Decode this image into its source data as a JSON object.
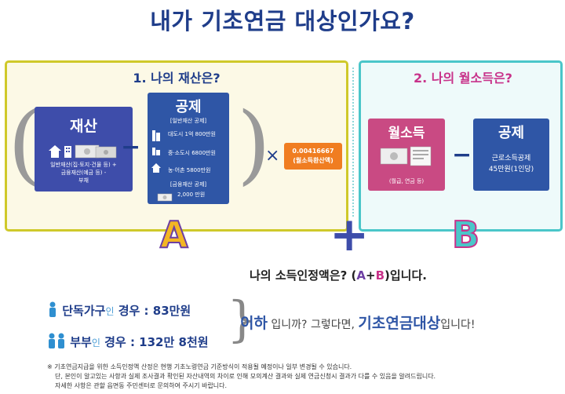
{
  "title": "내가 기초연금 대상인가요?",
  "section_a": {
    "heading": "1. 나의 재산은?",
    "asset_card": {
      "title": "재산",
      "desc_line1": "일반재산(집·토지·건물 등) +",
      "desc_line2": "금융재산(예금 등) -",
      "desc_line3": "부채"
    },
    "deduction_card": {
      "title": "공제",
      "sub1": "[일반재산 공제]",
      "item1": "대도시 1억 800만원",
      "item2": "중·소도시 6800만원",
      "item3": "농·어촌 5800만원",
      "sub2": "[금융재산 공제]",
      "item4": "2,000 만원"
    },
    "conversion": {
      "value": "0.00416667",
      "label": "(월소득환산액)"
    },
    "letter": "A"
  },
  "section_b": {
    "heading": "2. 나의 월소득은?",
    "income_card": {
      "title": "월소득",
      "desc": "(월급, 연금 등)"
    },
    "deduction_card": {
      "title": "공제",
      "line1": "근로소득공제",
      "line2": "45만원(1인당)"
    },
    "letter": "B"
  },
  "formula": {
    "prefix": "나의 소득인정액은? (",
    "a": "A",
    "plus": "+",
    "b": "B",
    "suffix": ")입니다."
  },
  "criteria": {
    "single_label": "단독가구",
    "single_particle": "인",
    "single_case": "경우 : 83만원",
    "couple_label": "부부",
    "couple_particle": "인",
    "couple_case": "경우 : 132만 8천원"
  },
  "conclusion": {
    "below": "이하",
    "middle": "입니까? 그렇다면,",
    "target": "기초연금대상",
    "end": "입니다!"
  },
  "notes": [
    "※ 기초연금지급을 위한 소득인정액 산정은 현행 기초노령연금 기준방식이 적용될 예정이나 일부 변경될 수 있습니다.",
    "단, 본인이 알고있는 사항과 실제 조사결과 확인된 자산내역의 차이로 인해 모의계산 결과와 실제 연금신청시 결과가 다를 수 있음을 알려드립니다.",
    "자세한 사항은 관할 읍면동 주민센터로 문의하여 주시기 바랍니다."
  ],
  "colors": {
    "title": "#1f3d8a",
    "box_a_border": "#cfc92a",
    "box_b_border": "#4ac6c9",
    "asset_card": "#3e4daa",
    "deduction_card": "#2f56a6",
    "income_card": "#c94a83",
    "conversion": "#f07d21"
  }
}
